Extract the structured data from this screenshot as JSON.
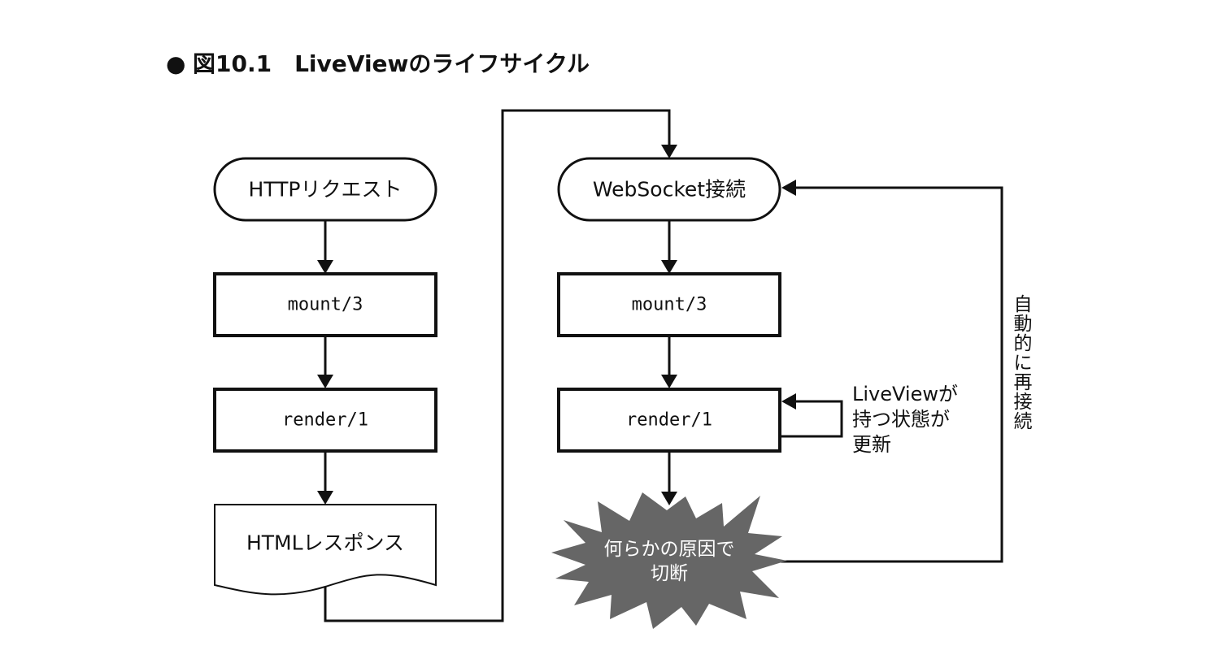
{
  "figure": {
    "bullet": "●",
    "title": "図10.1　LiveViewのライフサイクル"
  },
  "left_flow": {
    "start": "HTTPリクエスト",
    "mount": "mount/3",
    "render": "render/1",
    "response": "HTMLレスポンス"
  },
  "right_flow": {
    "start": "WebSocket接続",
    "mount": "mount/3",
    "render": "render/1",
    "disconnect": [
      "何らかの原因で",
      "切断"
    ]
  },
  "notes": {
    "state_update": [
      "LiveViewが",
      "持つ状態が",
      "更新"
    ],
    "reconnect": [
      "自",
      "動",
      "的",
      "に",
      "再",
      "接",
      "続"
    ]
  },
  "colors": {
    "burst_fill": "#666666",
    "burst_text": "#ffffff",
    "line": "#111111"
  }
}
